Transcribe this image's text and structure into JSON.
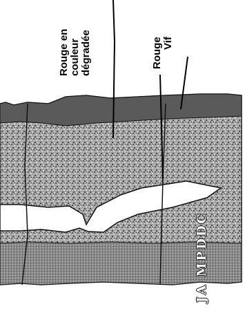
{
  "labels": {
    "degrade": [
      "Rouge en",
      "couleur",
      "dégradée"
    ],
    "vif": [
      "Rouge",
      "Vif"
    ]
  },
  "signature": "JA MPDDC",
  "colors": {
    "top_band": "#5a5a5a",
    "stone": "#9a9a9a",
    "stone_dark": "#6e6e6e",
    "leader_line": "#000000",
    "background": "#ffffff"
  }
}
